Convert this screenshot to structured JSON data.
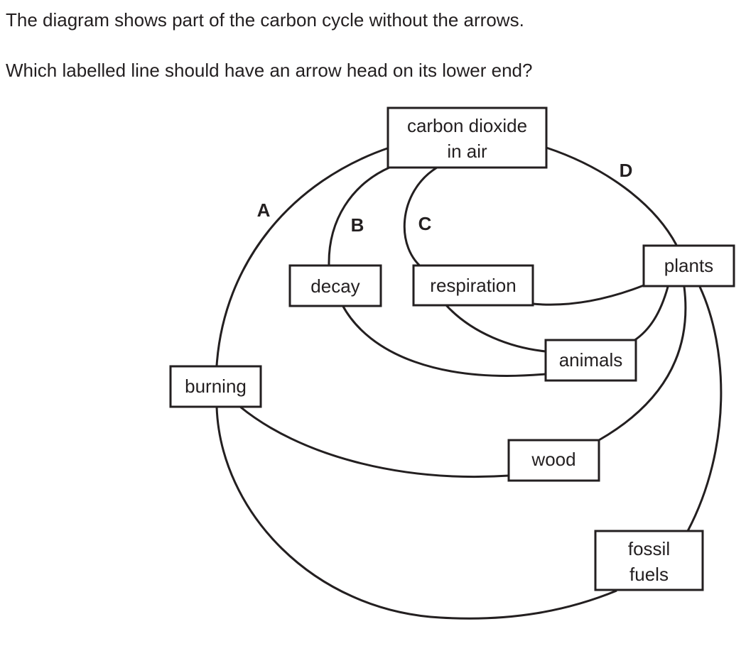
{
  "question": {
    "intro": "The diagram shows part of the carbon cycle without the arrows.",
    "prompt": "Which labelled line should have an arrow head on its lower end?"
  },
  "diagram": {
    "boxes": {
      "co2": {
        "line1": "carbon dioxide",
        "line2": "in air"
      },
      "decay": "decay",
      "respiration": "respiration",
      "plants": "plants",
      "animals": "animals",
      "burning": "burning",
      "wood": "wood",
      "fossil": {
        "line1": "fossil",
        "line2": "fuels"
      }
    },
    "line_labels": {
      "a": "A",
      "b": "B",
      "c": "C",
      "d": "D"
    },
    "colors": {
      "stroke": "#231f20",
      "background": "#ffffff"
    }
  }
}
